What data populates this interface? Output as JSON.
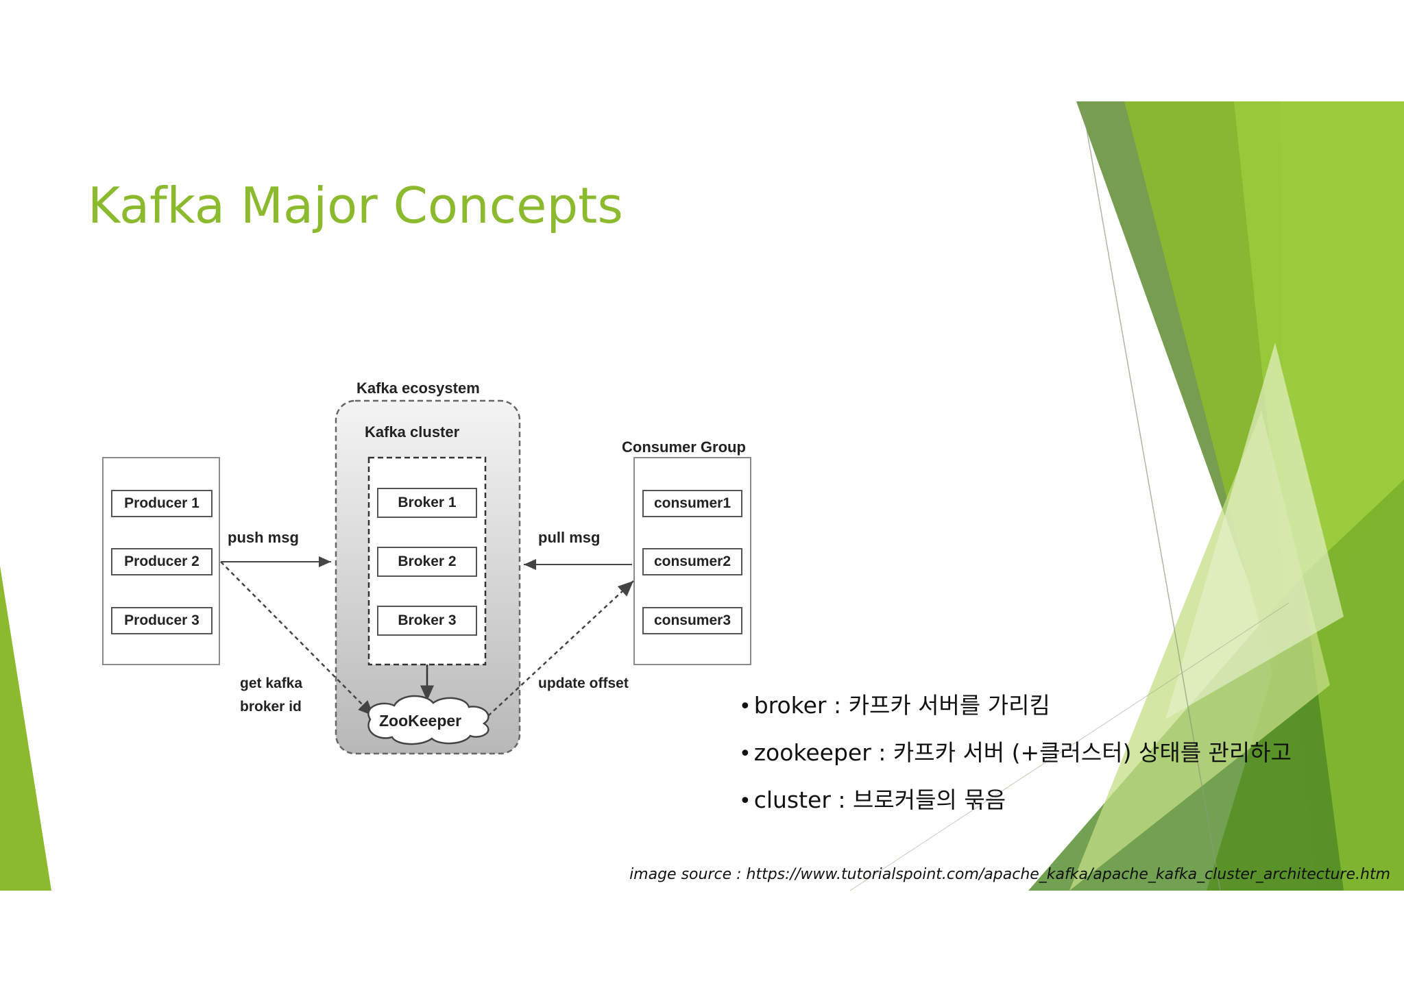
{
  "slide": {
    "title": "Kafka Major Concepts",
    "colors": {
      "accent": "#8cba2f",
      "dark_green": "#5e8c31",
      "light_green": "#d7e9a8"
    }
  },
  "diagram": {
    "ecosystem_label": "Kafka ecosystem",
    "cluster_label": "Kafka cluster",
    "consumer_group_label": "Consumer Group",
    "producers": [
      "Producer 1",
      "Producer 2",
      "Producer 3"
    ],
    "brokers": [
      "Broker 1",
      "Broker 2",
      "Broker 3"
    ],
    "consumers": [
      "consumer1",
      "consumer2",
      "consumer3"
    ],
    "push_label": "push msg",
    "pull_label": "pull msg",
    "get_id_label_line1": "get kafka",
    "get_id_label_line2": "broker id",
    "update_offset_label": "update offset",
    "zookeeper_label": "ZooKeeper"
  },
  "bullets": [
    {
      "term": "broker",
      "sep": " : ",
      "desc": "카프카 서버를 가리킴"
    },
    {
      "term": "zookeeper",
      "sep": " : ",
      "desc": "카프카 서버 (+클러스터) 상태를 관리하고"
    },
    {
      "term": "cluster",
      "sep": " : ",
      "desc": "브로커들의 묶음"
    }
  ],
  "source_note": "image source : https://www.tutorialspoint.com/apache_kafka/apache_kafka_cluster_architecture.htm"
}
